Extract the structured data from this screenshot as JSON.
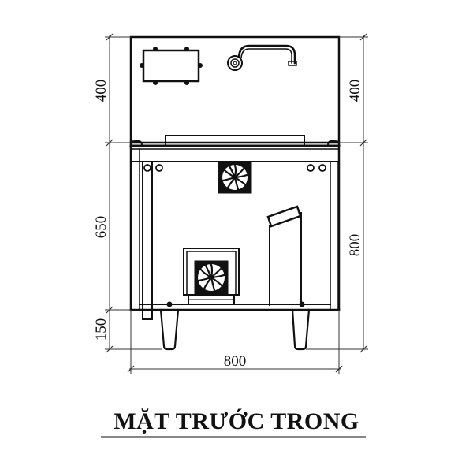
{
  "title": "MẶT TRƯỚC TRONG",
  "dimensions": {
    "left_top_height": "400",
    "left_body_height": "650",
    "left_leg_height": "150",
    "right_top_height": "400",
    "right_body_height": "800",
    "bottom_width": "800"
  },
  "components": {
    "control_box": "control-panel-box",
    "faucet": "water-faucet",
    "top_fan": "exhaust-fan",
    "bottom_fan": "blower-fan",
    "duct": "angled-flue-duct",
    "legs": [
      "left-leg",
      "right-leg"
    ]
  },
  "colors": {
    "line": "#111111",
    "dimension_line": "#333333",
    "background": "#ffffff"
  }
}
